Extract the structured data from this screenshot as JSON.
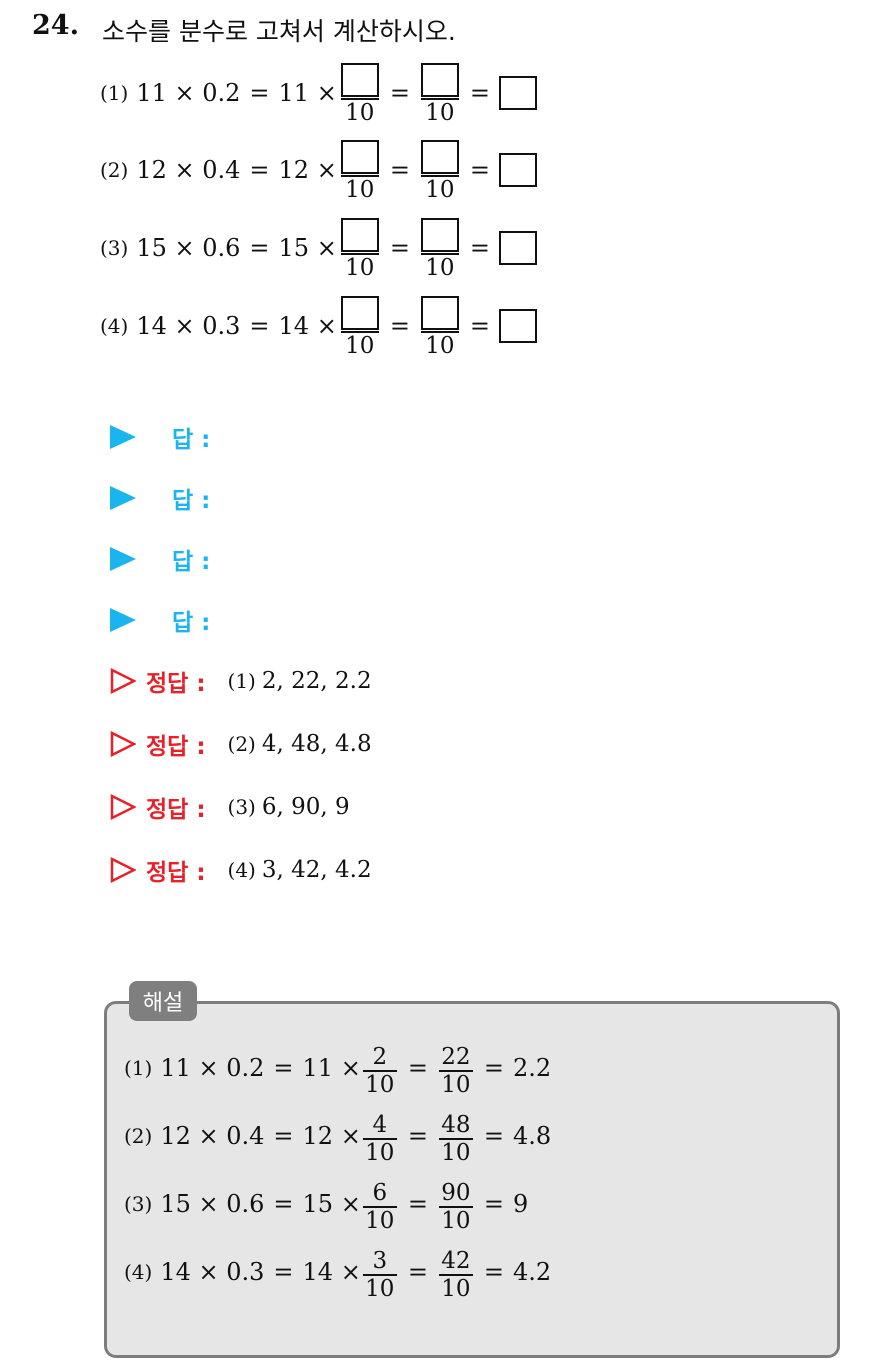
{
  "question": {
    "number": "24.",
    "text": "소수를 분수로 고쳐서 계산하시오.",
    "problems": [
      {
        "label": "(1)",
        "lhs": "11 × 0.2",
        "mult": "11 ×",
        "den": "10"
      },
      {
        "label": "(2)",
        "lhs": "12 × 0.4",
        "mult": "12 ×",
        "den": "10"
      },
      {
        "label": "(3)",
        "lhs": "15 × 0.6",
        "mult": "15 ×",
        "den": "10"
      },
      {
        "label": "(4)",
        "lhs": "14 × 0.3",
        "mult": "14 ×",
        "den": "10"
      }
    ]
  },
  "answer_rows": {
    "label": "답 :",
    "count_label_1": "답 :",
    "count_label_2": "답 :",
    "count_label_3": "답 :",
    "count_label_4": "답 :"
  },
  "correct": {
    "label": "정답 :",
    "items": [
      {
        "label": "(1)",
        "value": "2, 22, 2.2"
      },
      {
        "label": "(2)",
        "value": "4, 48, 4.8"
      },
      {
        "label": "(3)",
        "value": "6, 90, 9"
      },
      {
        "label": "(4)",
        "value": "3, 42, 4.2"
      }
    ]
  },
  "solution": {
    "title": "해설",
    "lines": [
      {
        "label": "(1)",
        "lhs": "11 × 0.2",
        "mult": "11 ×",
        "n1": "2",
        "n2": "22",
        "den": "10",
        "result": "2.2"
      },
      {
        "label": "(2)",
        "lhs": "12 × 0.4",
        "mult": "12 ×",
        "n1": "4",
        "n2": "48",
        "den": "10",
        "result": "4.8"
      },
      {
        "label": "(3)",
        "lhs": "15 × 0.6",
        "mult": "15 ×",
        "n1": "6",
        "n2": "90",
        "den": "10",
        "result": "9"
      },
      {
        "label": "(4)",
        "lhs": "14 × 0.3",
        "mult": "14 ×",
        "n1": "3",
        "n2": "42",
        "den": "10",
        "result": "4.2"
      }
    ]
  },
  "colors": {
    "answer_marker": "#1ab4ef",
    "correct_marker": "#e8202a",
    "solution_bg": "#e6e6e6",
    "solution_tag": "#7f7f7f"
  }
}
